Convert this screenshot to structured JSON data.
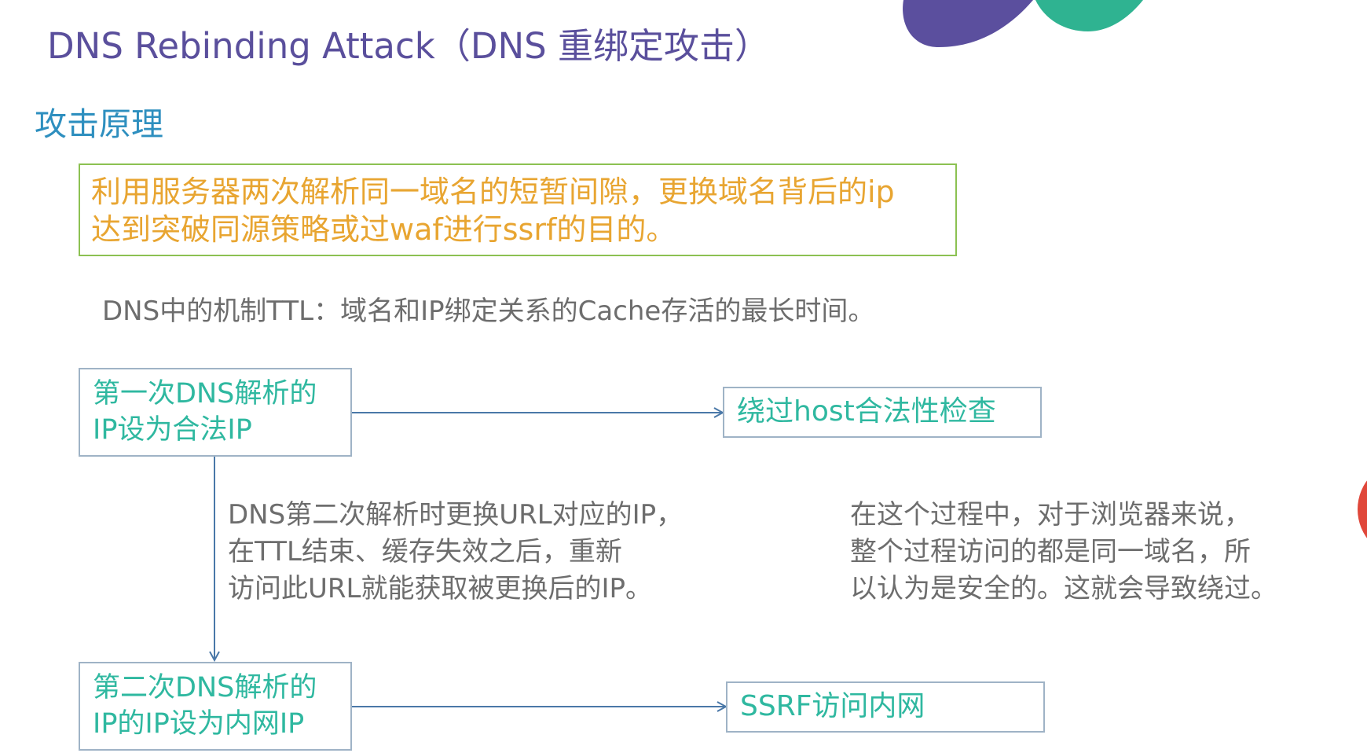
{
  "title": "DNS Rebinding Attack（DNS 重绑定攻击）",
  "section_heading": "攻击原理",
  "principle": {
    "line1": "利用服务器两次解析同一域名的短暂间隙，更换域名背后的ip",
    "line2": "达到突破同源策略或过waf进行ssrf的目的。"
  },
  "ttl_note": "DNS中的机制TTL：域名和IP绑定关系的Cache存活的最长时间。",
  "first_resolution": {
    "line1": "第一次DNS解析的",
    "line2": "IP设为合法IP"
  },
  "first_result": "绕过host合法性检查",
  "second_resolution": {
    "line1": "第二次DNS解析的",
    "line2": "IP的IP设为内网IP"
  },
  "second_result": "SSRF访问内网",
  "rebind_explanation": {
    "line1": "DNS第二次解析时更换URL对应的IP，",
    "line2": "在TTL结束、缓存失效之后，重新",
    "line3": "访问此URL就能获取被更换后的IP。"
  },
  "browser_explanation": {
    "line1": "在这个过程中，对于浏览器来说，",
    "line2": "整个过程访问的都是同一域名，所",
    "line3": "以认为是安全的。这就会导致绕过。"
  },
  "colors": {
    "title": "#5a4f9c",
    "heading": "#2e8fbf",
    "principle_text": "#e8a531",
    "principle_border": "#8cc152",
    "box_text": "#2fb8a0",
    "box_border": "#9fb3c6",
    "arrow": "#4a78a8",
    "body_text": "#6d6d6d",
    "deco_purple": "#5b4f9e",
    "deco_teal": "#2fb391",
    "deco_red": "#e0473a"
  }
}
